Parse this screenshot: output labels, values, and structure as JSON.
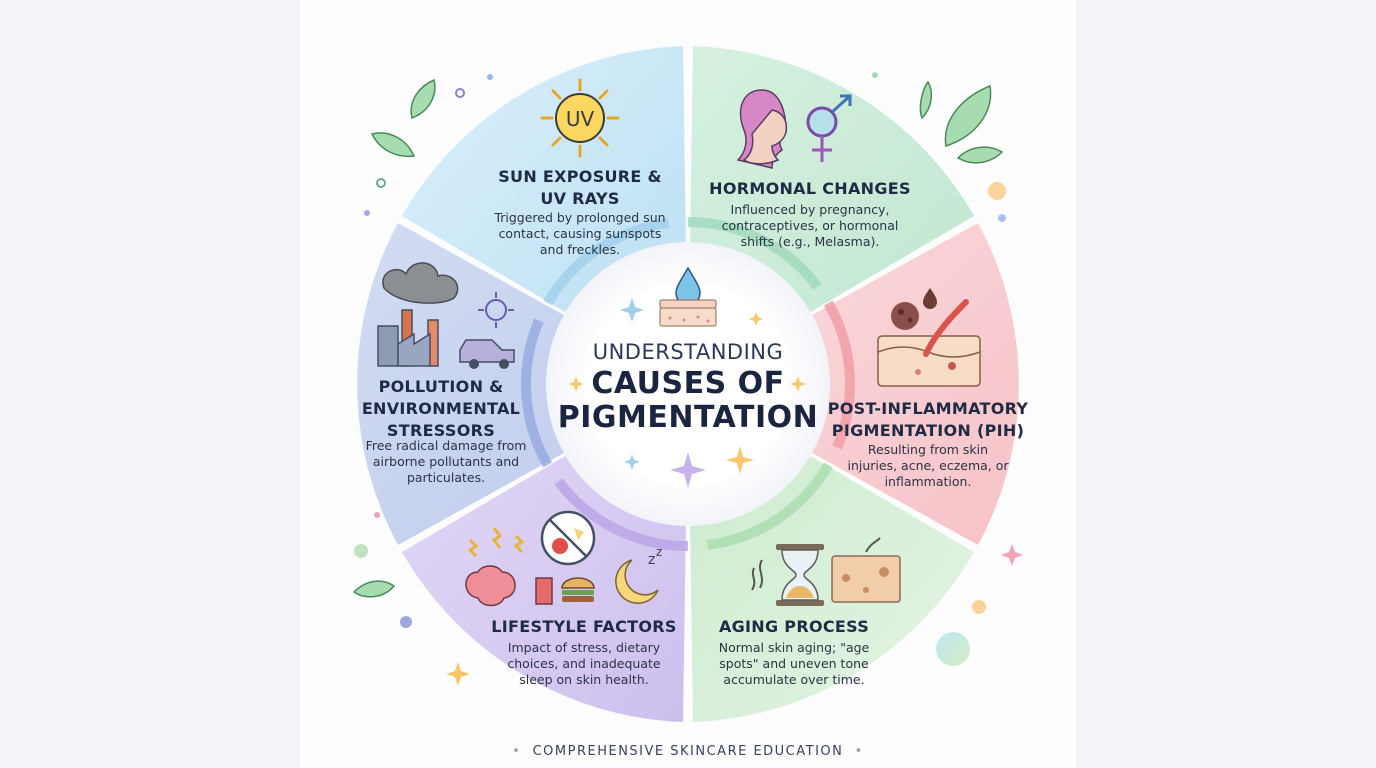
{
  "center": {
    "line1": "UNDERSTANDING",
    "line2": "CAUSES OF",
    "line3": "PIGMENTATION"
  },
  "segments": [
    {
      "title_lines": [
        "SUN EXPOSURE &",
        "UV RAYS"
      ],
      "desc_lines": [
        "Triggered by prolonged sun",
        "contact, causing sunspots",
        "and freckles."
      ],
      "color": "#bfe3f3",
      "icon_text": "UV"
    },
    {
      "title_lines": [
        "HORMONAL CHANGES"
      ],
      "desc_lines": [
        "Influenced by pregnancy,",
        "contraceptives, or hormonal",
        "shifts (e.g., Melasma)."
      ],
      "color": "#cdebd8"
    },
    {
      "title_lines": [
        "POST-INFLAMMATORY",
        "PIGMENTATION (PIH)"
      ],
      "desc_lines": [
        "Resulting from skin",
        "injuries, acne, eczema, or",
        "inflammation."
      ],
      "color": "#f8cfd3"
    },
    {
      "title_lines": [
        "AGING PROCESS"
      ],
      "desc_lines": [
        "Normal skin aging; \"age",
        "spots\" and uneven tone",
        "accumulate over time."
      ],
      "color": "#d3edd7"
    },
    {
      "title_lines": [
        "LIFESTYLE FACTORS"
      ],
      "desc_lines": [
        "Impact of stress, dietary",
        "choices, and inadequate",
        "sleep on skin health."
      ],
      "color": "#dcd2f2"
    },
    {
      "title_lines": [
        "POLLUTION &",
        "ENVIRONMENTAL",
        "STRESSORS"
      ],
      "desc_lines": [
        "Free radical damage from",
        "airborne pollutants and",
        "particulates."
      ],
      "color": "#c7d3ee"
    }
  ],
  "footer": "COMPREHENSIVE SKINCARE EDUCATION",
  "icons": [
    "sun-uv-icon",
    "woman-gender-icon",
    "skin-wound-icon",
    "hourglass-skin-icon",
    "lifestyle-icon",
    "pollution-factory-icon",
    "skin-droplet-icon",
    "leaf-icon",
    "sparkle-icon"
  ]
}
